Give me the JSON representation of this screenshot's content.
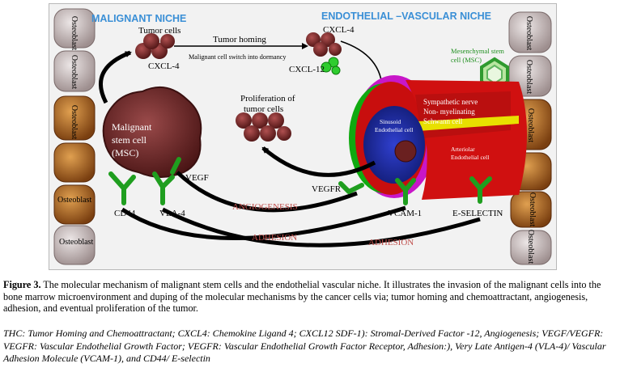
{
  "figure": {
    "panels": {
      "malignant_niche": "MALIGNANT NICHE",
      "endothelial_niche": "ENDOTHELIAL –VASCULAR NICHE"
    },
    "osteoblast_label": "Osteoblast",
    "labels": {
      "tumor_cells": "Tumor cells",
      "cxcl4_left": "CXCL-4",
      "tumor_homing": "Tumor homing",
      "switch_dormancy": "Malignant cell switch into dormancy",
      "cxcl4_right": "CXCL-4",
      "cxcl12": "CXCL-12",
      "msc_line1": "Mesenchymal stem",
      "msc_line2": "cell (MSC)",
      "malignant_line1": "Malignant",
      "malignant_line2": "stem cell",
      "malignant_line3": "(MSC)",
      "proliferation_line1": "Proliferation of",
      "proliferation_line2": "tumor cells",
      "sinusoid_line1": "Sinusoid",
      "sinusoid_line2": "Endothelial cell",
      "nerve_line1": "Sympathetic nerve",
      "nerve_line2": "Non- myelinating",
      "nerve_line3": "Schwann cell",
      "arteriolar_line1": "Arteriolar",
      "arteriolar_line2": "Endothelial cell",
      "vegf": "VEGF",
      "vegfr": "VEGFR",
      "angiogenesis": "ANGIOGENESIS",
      "cd44": "CD44",
      "vla4": "VLA-4",
      "vcam1": "VCAM-1",
      "eselectin": "E-SELECTIN",
      "adhesion_1": "ADHESION",
      "adhesion_2": "ADHESION"
    },
    "colors": {
      "panel_title": "#3a8fd6",
      "arrow_label": "#c0504d",
      "tumor_cell": "#7a2a2a",
      "receptor": "#1f9e1f",
      "vessel_red": "#d01010",
      "vessel_blue": "#1f2fb0",
      "nerve_yellow": "#e8e000",
      "osteoblast_gray": "#c9c1c1",
      "osteoblast_brown": "#b86a1e"
    }
  },
  "caption": {
    "label": "Figure 3.",
    "text": " The molecular mechanism of malignant stem cells and the endothelial vascular niche. It illustrates the invasion of the malignant cells into the bone marrow microenvironment and duping of the molecular mechanisms by the cancer cells via; tumor homing and chemoattractant, angiogenesis, adhesion, and eventual proliferation of the tumor.",
    "abbreviations": "THC: Tumor Homing and Chemoattractant; CXCL4: Chemokine Ligand 4; CXCL12 SDF-1): Stromal-Derived Factor -12, Angiogenesis; VEGF/VEGFR: VEGFR: Vascular Endothelial Growth Factor; VEGFR: Vascular Endothelial Growth Factor Receptor, Adhesion:), Very Late Antigen-4 (VLA-4)/ Vascular Adhesion Molecule (VCAM-1), and CD44/ E-selectin"
  }
}
